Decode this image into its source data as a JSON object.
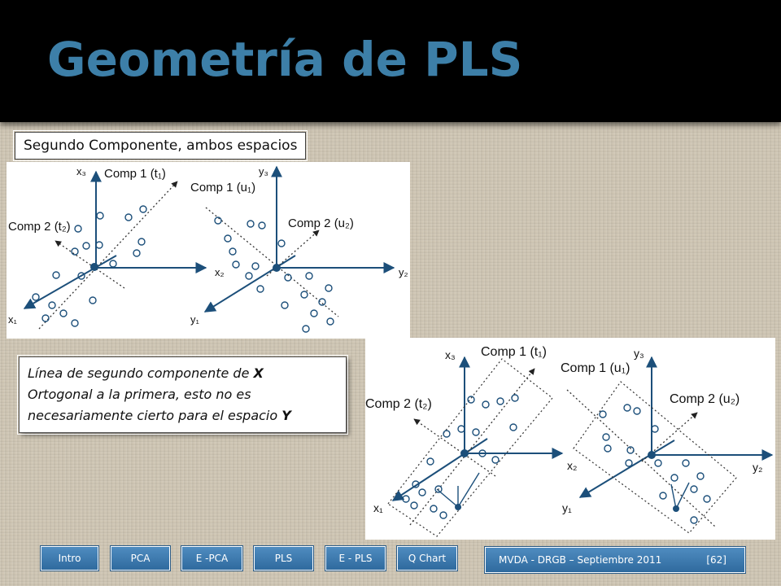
{
  "slide": {
    "title": "Geometría de PLS",
    "section_label": "Segundo Componente, ambos espacios"
  },
  "note": {
    "line1_prefix": "Línea de segundo componente de ",
    "line1_bold": "X",
    "line2": "Ortogonal a la primera, esto no es",
    "line3_prefix": "necesariamente cierto para el espacio ",
    "line3_bold": "Y"
  },
  "diagrams": {
    "x_space": {
      "axis_x1": "x₁",
      "axis_x2": "x₂",
      "axis_x3": "x₃",
      "comp1": "Comp 1 (t₁)",
      "comp2": "Comp 2 (t₂)"
    },
    "y_space": {
      "axis_y1": "y₁",
      "axis_y2": "y₂",
      "axis_y3": "y₃",
      "comp1": "Comp 1 (u₁)",
      "comp2": "Comp 2 (u₂)"
    }
  },
  "nav": {
    "intro": "Intro",
    "pca": "PCA",
    "e_pca": "E -PCA",
    "pls": "PLS",
    "e_pls": "E - PLS",
    "q_chart": "Q Chart"
  },
  "footer": {
    "text": "MVDA  - DRGB – Septiembre 2011",
    "page": "[62]"
  },
  "colors": {
    "title": "#3d7fa8",
    "header_bg": "#000000",
    "nav_button": "#3a78ad"
  }
}
